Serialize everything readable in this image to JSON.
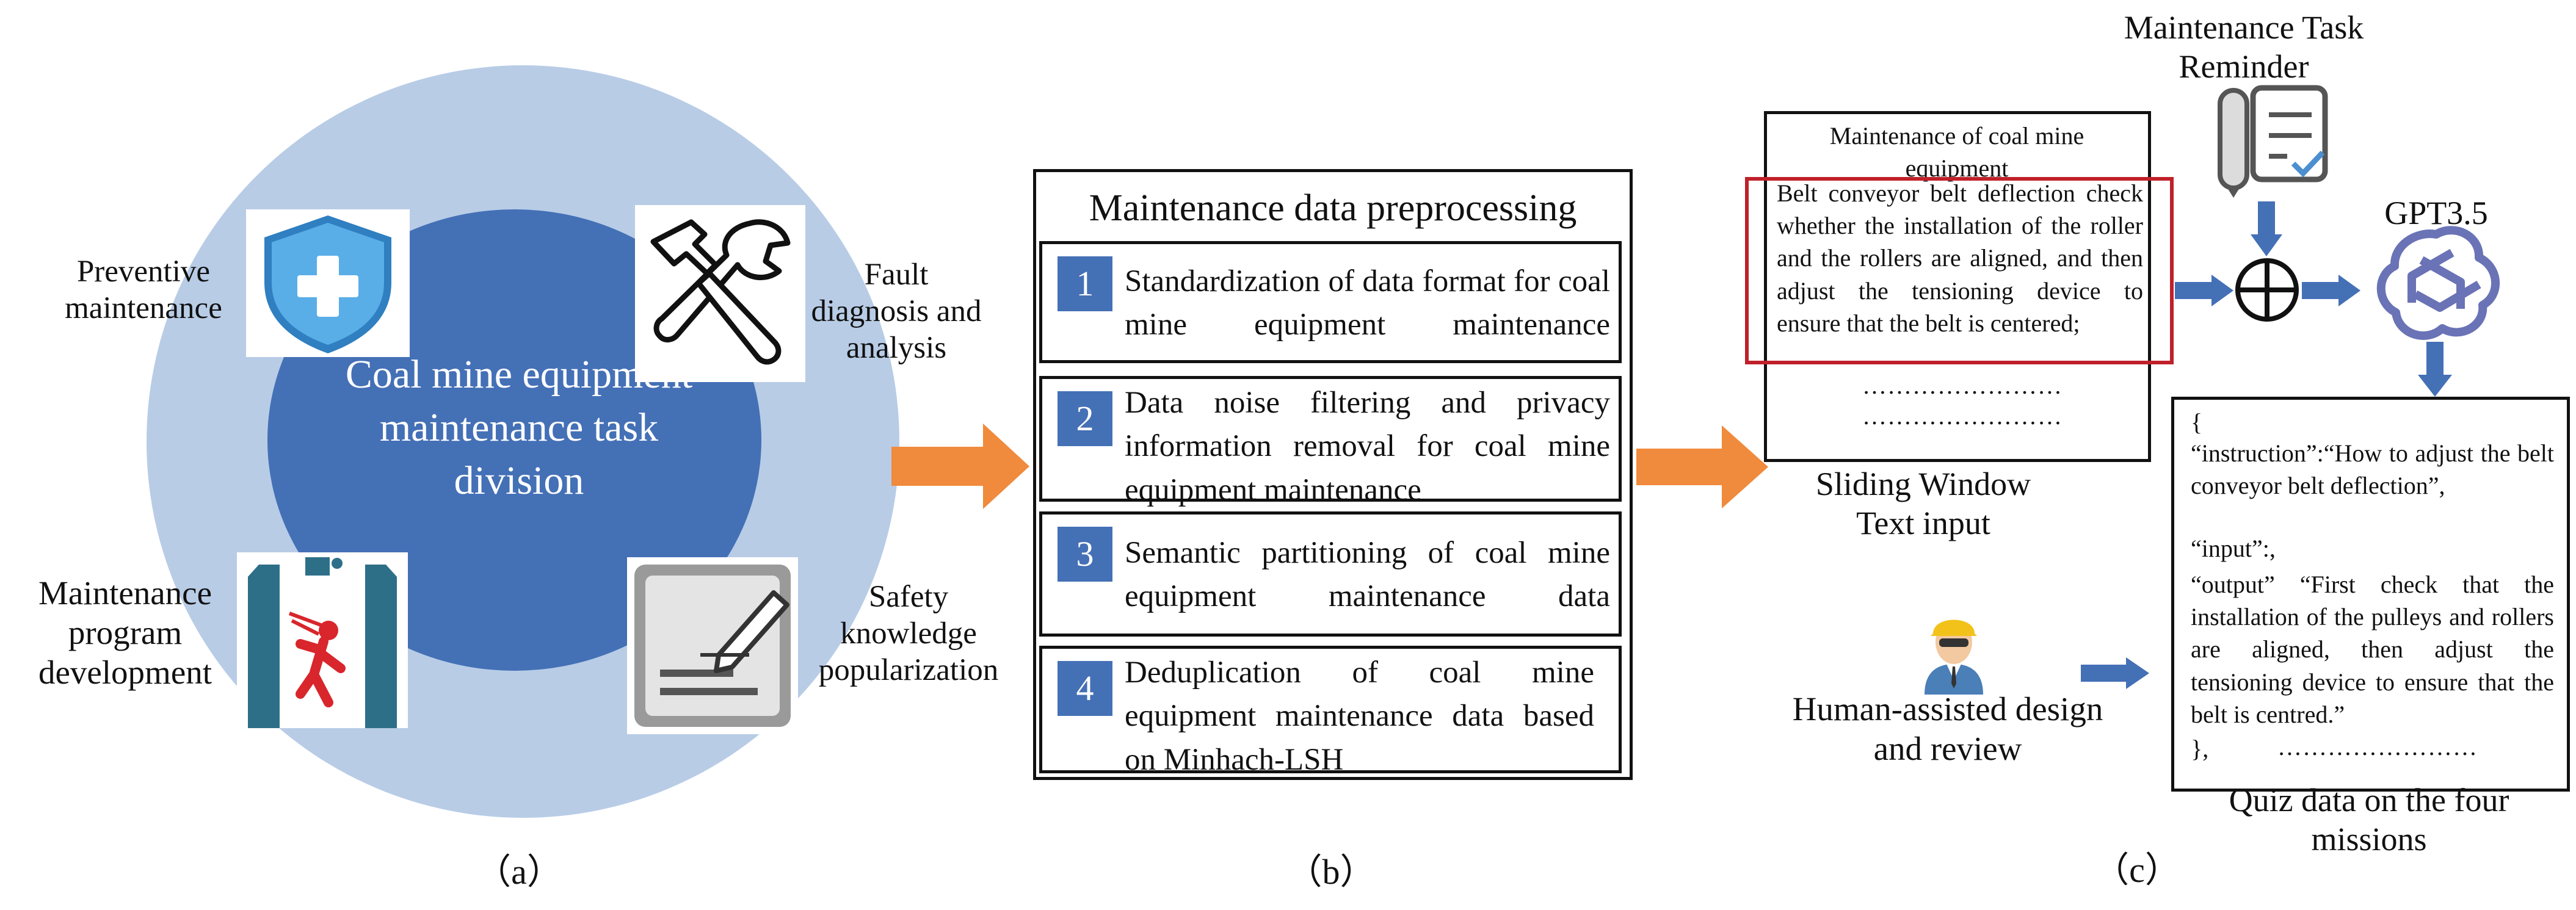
{
  "panel_a": {
    "center_text": "Coal mine equipment maintenance task division",
    "labels": {
      "preventive": "Preventive maintenance",
      "fault": "Fault diagnosis and analysis",
      "program": "Maintenance program development",
      "safety": "Safety knowledge popularization"
    },
    "icons": [
      "shield-plus-icon",
      "wrench-hammer-icon",
      "falling-worker-icon",
      "document-pen-icon"
    ],
    "caption": "（a）"
  },
  "panel_b": {
    "title": "Maintenance data preprocessing",
    "steps": [
      {
        "num": "1",
        "text": "Standardization of data format for coal mine equipment maintenance"
      },
      {
        "num": "2",
        "text": "Data noise filtering and privacy information removal for coal mine equipment maintenance"
      },
      {
        "num": "3",
        "text": "Semantic partitioning of coal mine equipment maintenance data"
      },
      {
        "num": "4",
        "text": "Deduplication of coal mine equipment maintenance data based on Minhach-LSH"
      }
    ],
    "caption": "（b）"
  },
  "panel_c": {
    "reminder_label": "Maintenance Task Reminder",
    "gpt_label": "GPT3.5",
    "sliding_window": {
      "title": "Maintenance of coal mine equipment",
      "body": "Belt conveyor belt deflection check whether the installation of the roller and the rollers are aligned, and then adjust the tensioning device to ensure that the belt is centered;",
      "dots1": "……………………",
      "dots2": "……………………",
      "label": "Sliding Window Text input"
    },
    "human_label": "Human-assisted design and review",
    "quiz": {
      "open": "{",
      "instruction": "“instruction”:“How to adjust the belt conveyor belt deflection”,",
      "input": "“input”:,",
      "output": "“output” “First check that the installation of the pulleys and rollers are aligned, then adjust the tensioning device to ensure that the belt is centred.”",
      "close": "},",
      "dots": "……………………",
      "label": "Quiz data on the four missions"
    },
    "caption": "（c）"
  },
  "colors": {
    "outer_ring": "#b8cce6",
    "inner_circle": "#4470b6",
    "orange_arrow": "#f08a3c",
    "blue_arrow": "#4470b6",
    "red_highlight": "#c0202a"
  }
}
